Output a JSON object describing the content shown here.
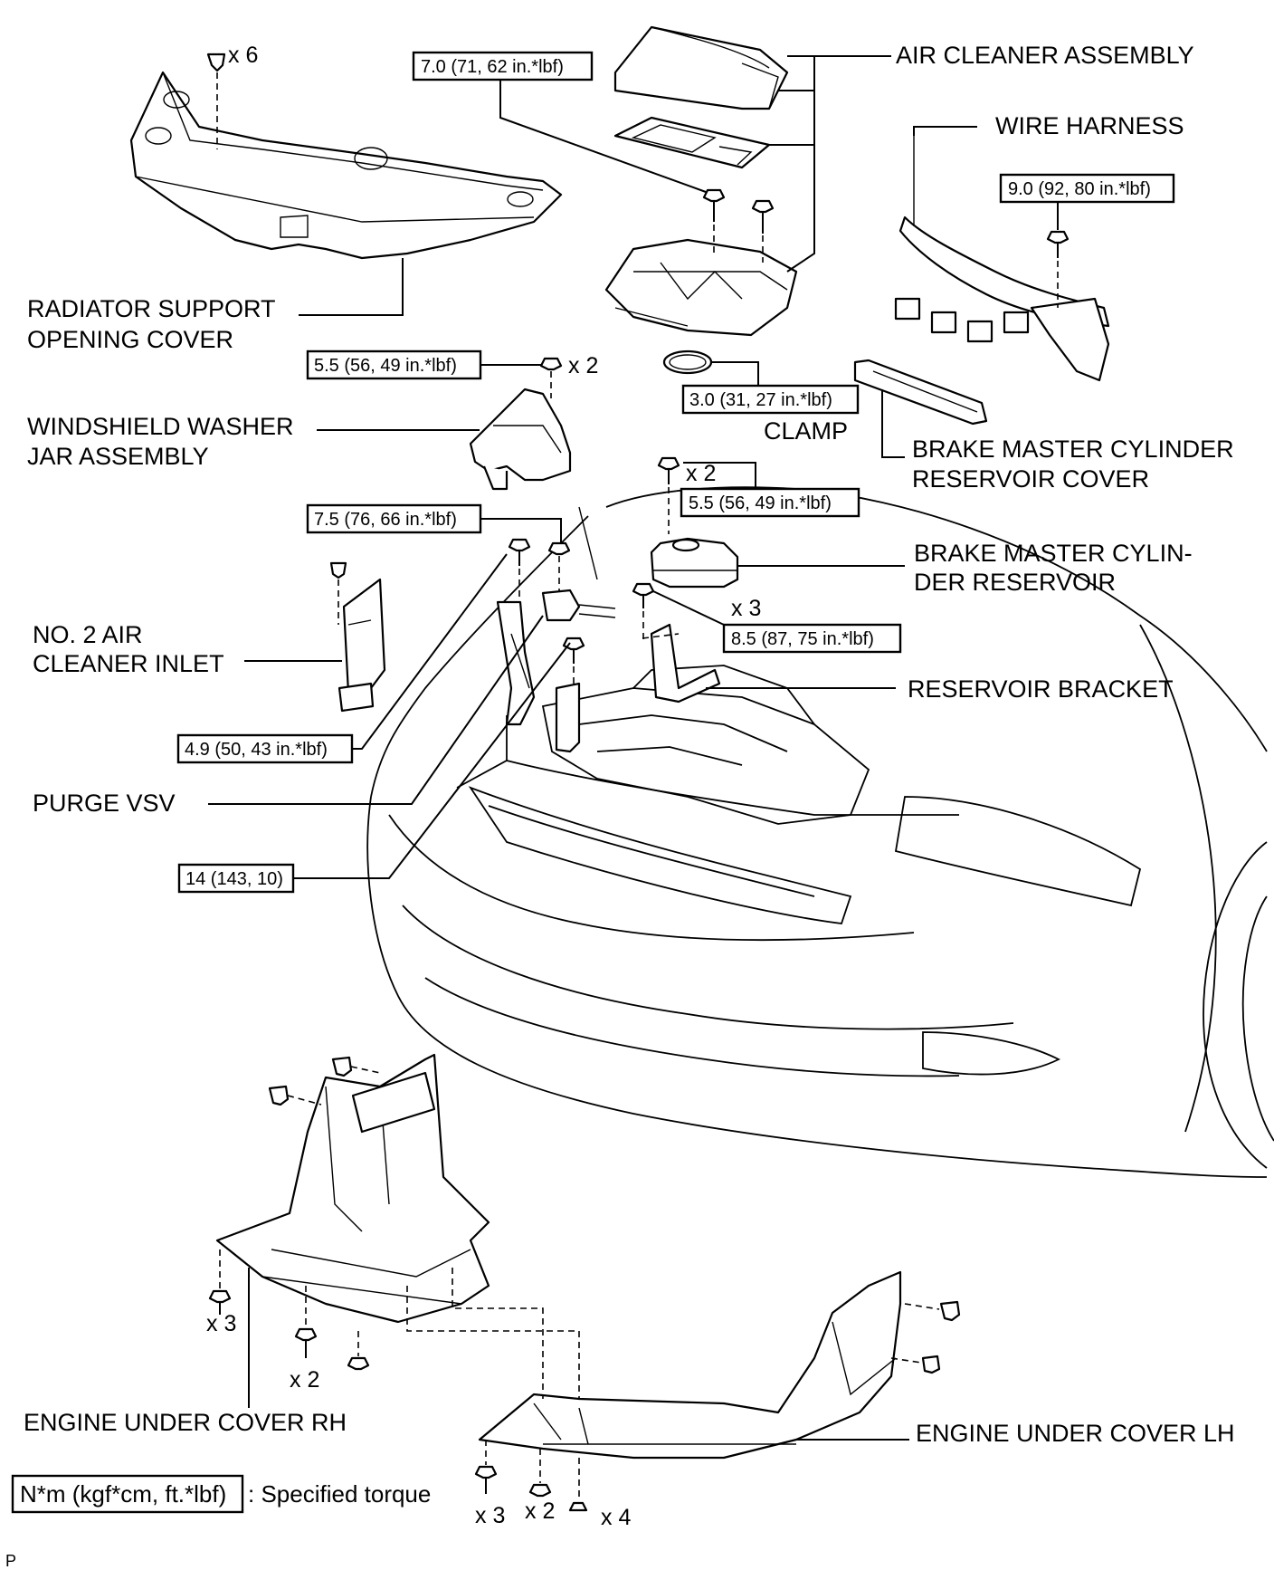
{
  "labels": {
    "air_cleaner_assembly": "AIR CLEANER ASSEMBLY",
    "wire_harness": "WIRE HARNESS",
    "radiator_support_line1": "RADIATOR SUPPORT",
    "radiator_support_line2": "OPENING COVER",
    "washer_jar_line1": "WINDSHIELD WASHER",
    "washer_jar_line2": "JAR ASSEMBLY",
    "clamp": "CLAMP",
    "brake_cover_line1": "BRAKE MASTER CYLINDER",
    "brake_cover_line2": "RESERVOIR COVER",
    "brake_reservoir_line1": "BRAKE MASTER CYLIN-",
    "brake_reservoir_line2": "DER RESERVOIR",
    "air_inlet_line1": "NO. 2 AIR",
    "air_inlet_line2": "CLEANER INLET",
    "reservoir_bracket": "RESERVOIR BRACKET",
    "purge_vsv": "PURGE VSV",
    "under_cover_rh": "ENGINE UNDER COVER RH",
    "under_cover_lh": "ENGINE UNDER COVER LH",
    "corner_mark": "P"
  },
  "torques": {
    "air_cleaner": "7.0 (71, 62 in.*lbf)",
    "wire_harness": "9.0 (92, 80 in.*lbf)",
    "washer_jar": "5.5 (56, 49 in.*lbf)",
    "clamp": "3.0 (31, 27 in.*lbf)",
    "brake_reservoir": "5.5 (56, 49 in.*lbf)",
    "purge_bolt": "7.5 (76, 66 in.*lbf)",
    "bracket": "8.5 (87, 75 in.*lbf)",
    "air_inlet": "4.9 (50, 43 in.*lbf)",
    "vsv_bracket": "14 (143, 10)"
  },
  "quantities": {
    "radiator_clips": "x 6",
    "washer_bolts": "x 2",
    "reservoir_bolts": "x 2",
    "bracket_bolts": "x 3",
    "rh_clips": "x 3",
    "rh_bolts": "x 2",
    "lh_bolts_a": "x 3",
    "lh_bolts_b": "x 2",
    "lh_screws": "x 4"
  },
  "legend": {
    "unit": "N*m (kgf*cm, ft.*lbf)",
    "description": ": Specified torque"
  }
}
